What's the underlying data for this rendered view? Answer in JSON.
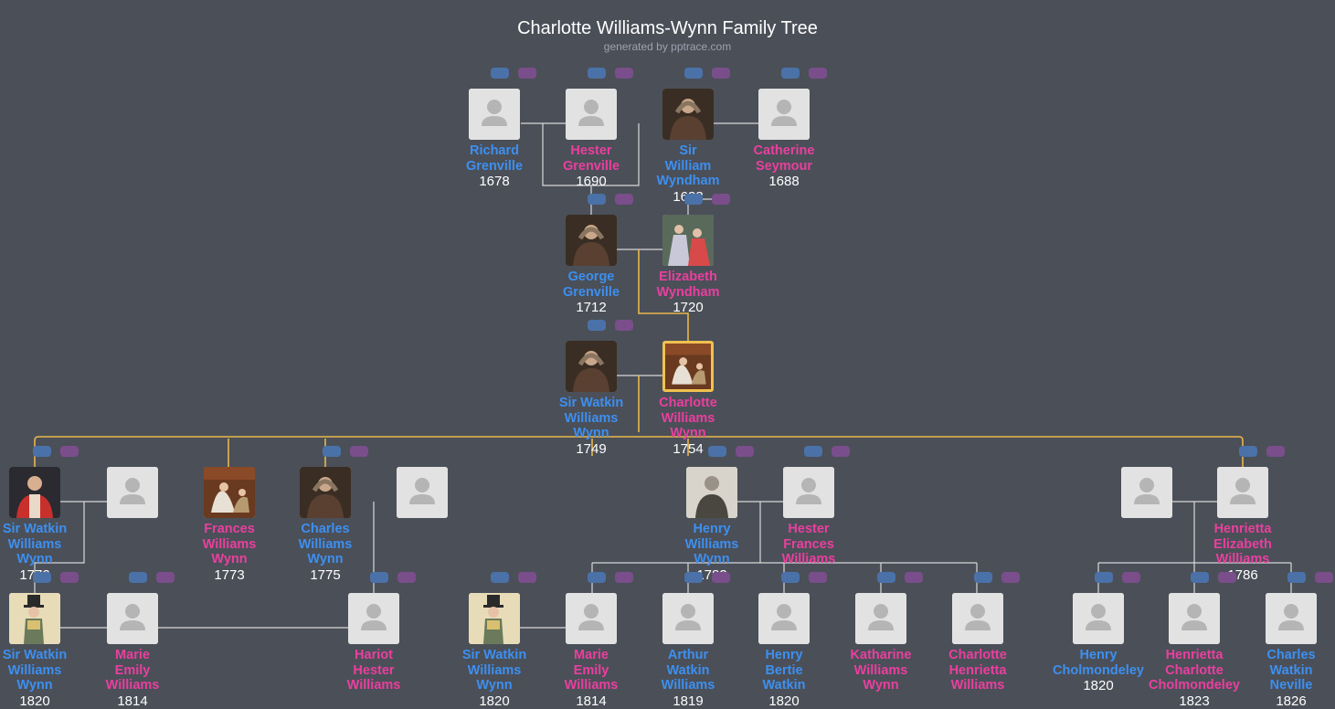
{
  "title": "Charlotte Williams-Wynn Family Tree",
  "subtitle": "generated by pptrace.com",
  "people": [
    {
      "name": [
        "Richard",
        "Grenville"
      ],
      "sex": "m",
      "year": "1678",
      "photo": "none"
    },
    {
      "name": [
        "Hester",
        "Grenville"
      ],
      "sex": "f",
      "year": "1690",
      "photo": "none"
    },
    {
      "name": [
        "Sir",
        "William",
        "Wyndham"
      ],
      "sex": "m",
      "year": "1688",
      "photo": "portrait-dark"
    },
    {
      "name": [
        "Catherine",
        "Seymour"
      ],
      "sex": "f",
      "year": "1688",
      "photo": "none"
    },
    {
      "name": [
        "George",
        "Grenville"
      ],
      "sex": "m",
      "year": "1712",
      "photo": "portrait-dark"
    },
    {
      "name": [
        "Elizabeth",
        "Wyndham"
      ],
      "sex": "f",
      "year": "1720",
      "photo": "portrait-color"
    },
    {
      "name": [
        "Sir Watkin",
        "Williams",
        "Wynn"
      ],
      "sex": "m",
      "year": "1749",
      "photo": "portrait-dark"
    },
    {
      "name": [
        "Charlotte",
        "Williams",
        "Wynn"
      ],
      "sex": "f",
      "year": "1754",
      "photo": "portrait-warm",
      "selected": true
    },
    {
      "name": [
        "Sir Watkin",
        "Williams",
        "Wynn"
      ],
      "sex": "m",
      "year": "1772",
      "photo": "portrait-red"
    },
    {
      "name": [],
      "sex": "f",
      "year": "",
      "photo": "none"
    },
    {
      "name": [
        "Frances",
        "Williams",
        "Wynn"
      ],
      "sex": "f",
      "year": "1773",
      "photo": "portrait-warm"
    },
    {
      "name": [
        "Charles",
        "Williams",
        "Wynn"
      ],
      "sex": "m",
      "year": "1775",
      "photo": "portrait-dark"
    },
    {
      "name": [],
      "sex": "f",
      "year": "",
      "photo": "none"
    },
    {
      "name": [
        "Henry",
        "Williams",
        "Wynn"
      ],
      "sex": "m",
      "year": "1783",
      "photo": "portrait-sketch"
    },
    {
      "name": [
        "Hester",
        "Frances",
        "Williams"
      ],
      "sex": "f",
      "year": "",
      "photo": "none"
    },
    {
      "name": [],
      "sex": "m",
      "year": "",
      "photo": "none"
    },
    {
      "name": [
        "Henrietta",
        "Elizabeth",
        "Williams"
      ],
      "sex": "f",
      "year": "1786",
      "photo": "none"
    },
    {
      "name": [
        "Sir Watkin",
        "Williams",
        "Wynn"
      ],
      "sex": "m",
      "year": "1820",
      "photo": "portrait-caricature"
    },
    {
      "name": [
        "Marie",
        "Emily",
        "Williams"
      ],
      "sex": "f",
      "year": "1814",
      "photo": "none"
    },
    {
      "name": [
        "Hariot",
        "Hester",
        "Williams"
      ],
      "sex": "f",
      "year": "",
      "photo": "none"
    },
    {
      "name": [
        "Sir Watkin",
        "Williams",
        "Wynn"
      ],
      "sex": "m",
      "year": "1820",
      "photo": "portrait-caricature"
    },
    {
      "name": [
        "Marie",
        "Emily",
        "Williams"
      ],
      "sex": "f",
      "year": "1814",
      "photo": "none"
    },
    {
      "name": [
        "Arthur",
        "Watkin",
        "Williams"
      ],
      "sex": "m",
      "year": "1819",
      "photo": "none"
    },
    {
      "name": [
        "Henry",
        "Bertie",
        "Watkin"
      ],
      "sex": "m",
      "year": "1820",
      "photo": "none"
    },
    {
      "name": [
        "Katharine",
        "Williams",
        "Wynn"
      ],
      "sex": "f",
      "year": "",
      "photo": "none"
    },
    {
      "name": [
        "Charlotte",
        "Henrietta",
        "Williams"
      ],
      "sex": "f",
      "year": "",
      "photo": "none"
    },
    {
      "name": [
        "Henry",
        "Cholmondeley"
      ],
      "sex": "m",
      "year": "1820",
      "photo": "none"
    },
    {
      "name": [
        "Henrietta",
        "Charlotte",
        "Cholmondeley"
      ],
      "sex": "f",
      "year": "1823",
      "photo": "none"
    },
    {
      "name": [
        "Charles",
        "Watkin",
        "Neville"
      ],
      "sex": "m",
      "year": "1826",
      "photo": "none"
    }
  ],
  "colors": {
    "background": "#4a4f58",
    "male_name": "#3d8ff0",
    "female_name": "#ea3f9e",
    "lineage_line": "#e8b84a",
    "link_line": "#d8d8d8",
    "expand_parent_button": "#4a72a8",
    "expand_spouse_button": "#7a4e8a"
  }
}
